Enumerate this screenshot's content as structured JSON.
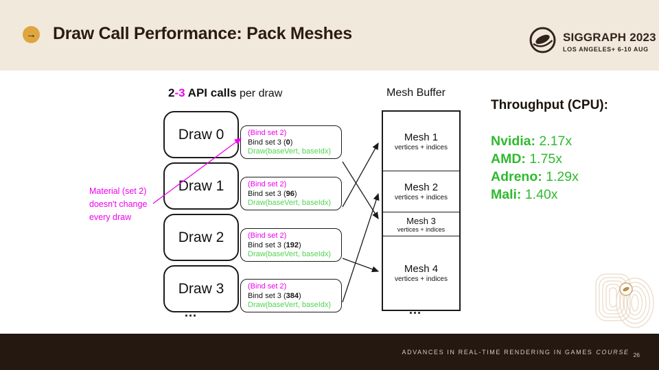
{
  "slide": {
    "title": "Draw Call Performance: Pack Meshes",
    "footer_text": "ADVANCES IN REAL-TIME RENDERING IN GAMES",
    "footer_course": "COURSE",
    "page_number": "26"
  },
  "logo": {
    "line1": "SIGGRAPH 2023",
    "line2": "LOS ANGELES+  6-10 AUG"
  },
  "headings": {
    "api_part_black": "2",
    "api_part_magenta": "-3",
    "api_part_bold": " API calls",
    "api_part_regular": " per draw",
    "mesh_buffer": "Mesh Buffer"
  },
  "draws": [
    {
      "label": "Draw 0",
      "bind_line1": "(Bind set 2)",
      "bind_pre": "Bind set 3 (",
      "bind_num": "0",
      "bind_post": ")",
      "bind_line3": "Draw(baseVert, baseIdx)"
    },
    {
      "label": "Draw 1",
      "bind_line1": "(Bind set 2)",
      "bind_pre": "Bind set 3 (",
      "bind_num": "96",
      "bind_post": ")",
      "bind_line3": "Draw(baseVert, baseIdx)"
    },
    {
      "label": "Draw 2",
      "bind_line1": "(Bind set 2)",
      "bind_pre": "Bind set 3 (",
      "bind_num": "192",
      "bind_post": ")",
      "bind_line3": "Draw(baseVert, baseIdx)"
    },
    {
      "label": "Draw 3",
      "bind_line1": "(Bind set 2)",
      "bind_pre": "Bind set 3 (",
      "bind_num": "384",
      "bind_post": ")",
      "bind_line3": "Draw(baseVert, baseIdx)"
    }
  ],
  "meshes": [
    {
      "name": "Mesh 1",
      "sub": "vertices + indices"
    },
    {
      "name": "Mesh 2",
      "sub": "vertices + indices"
    },
    {
      "name": "Mesh 3",
      "sub": "vertices + indices"
    },
    {
      "name": "Mesh 4",
      "sub": "vertices + indices"
    }
  ],
  "note": {
    "line1": "Material (set 2)",
    "line2": "doesn't change",
    "line3": "every  draw"
  },
  "ellipsis": "…",
  "throughput": {
    "title": "Throughput (CPU):",
    "rows": [
      {
        "label": "Nvidia:",
        "value": " 2.17x"
      },
      {
        "label": "AMD:",
        "value": " 1.75x"
      },
      {
        "label": "Adreno:",
        "value": " 1.29x"
      },
      {
        "label": "Mali:",
        "value": " 1.40x"
      }
    ]
  },
  "colors": {
    "header_bg": "#f2e9dd",
    "footer_bg": "#241810",
    "accent_gold": "#dfa63f",
    "magenta": "#ee00ee",
    "code_green": "#4fd44f",
    "throughput_green": "#2fb92f"
  },
  "arrow_map": [
    {
      "from": "Draw 0",
      "to": "Mesh 3"
    },
    {
      "from": "Draw 1",
      "to": "Mesh 1"
    },
    {
      "from": "Draw 2",
      "to": "Mesh 4"
    },
    {
      "from": "Draw 3",
      "to": "Mesh 2"
    }
  ]
}
